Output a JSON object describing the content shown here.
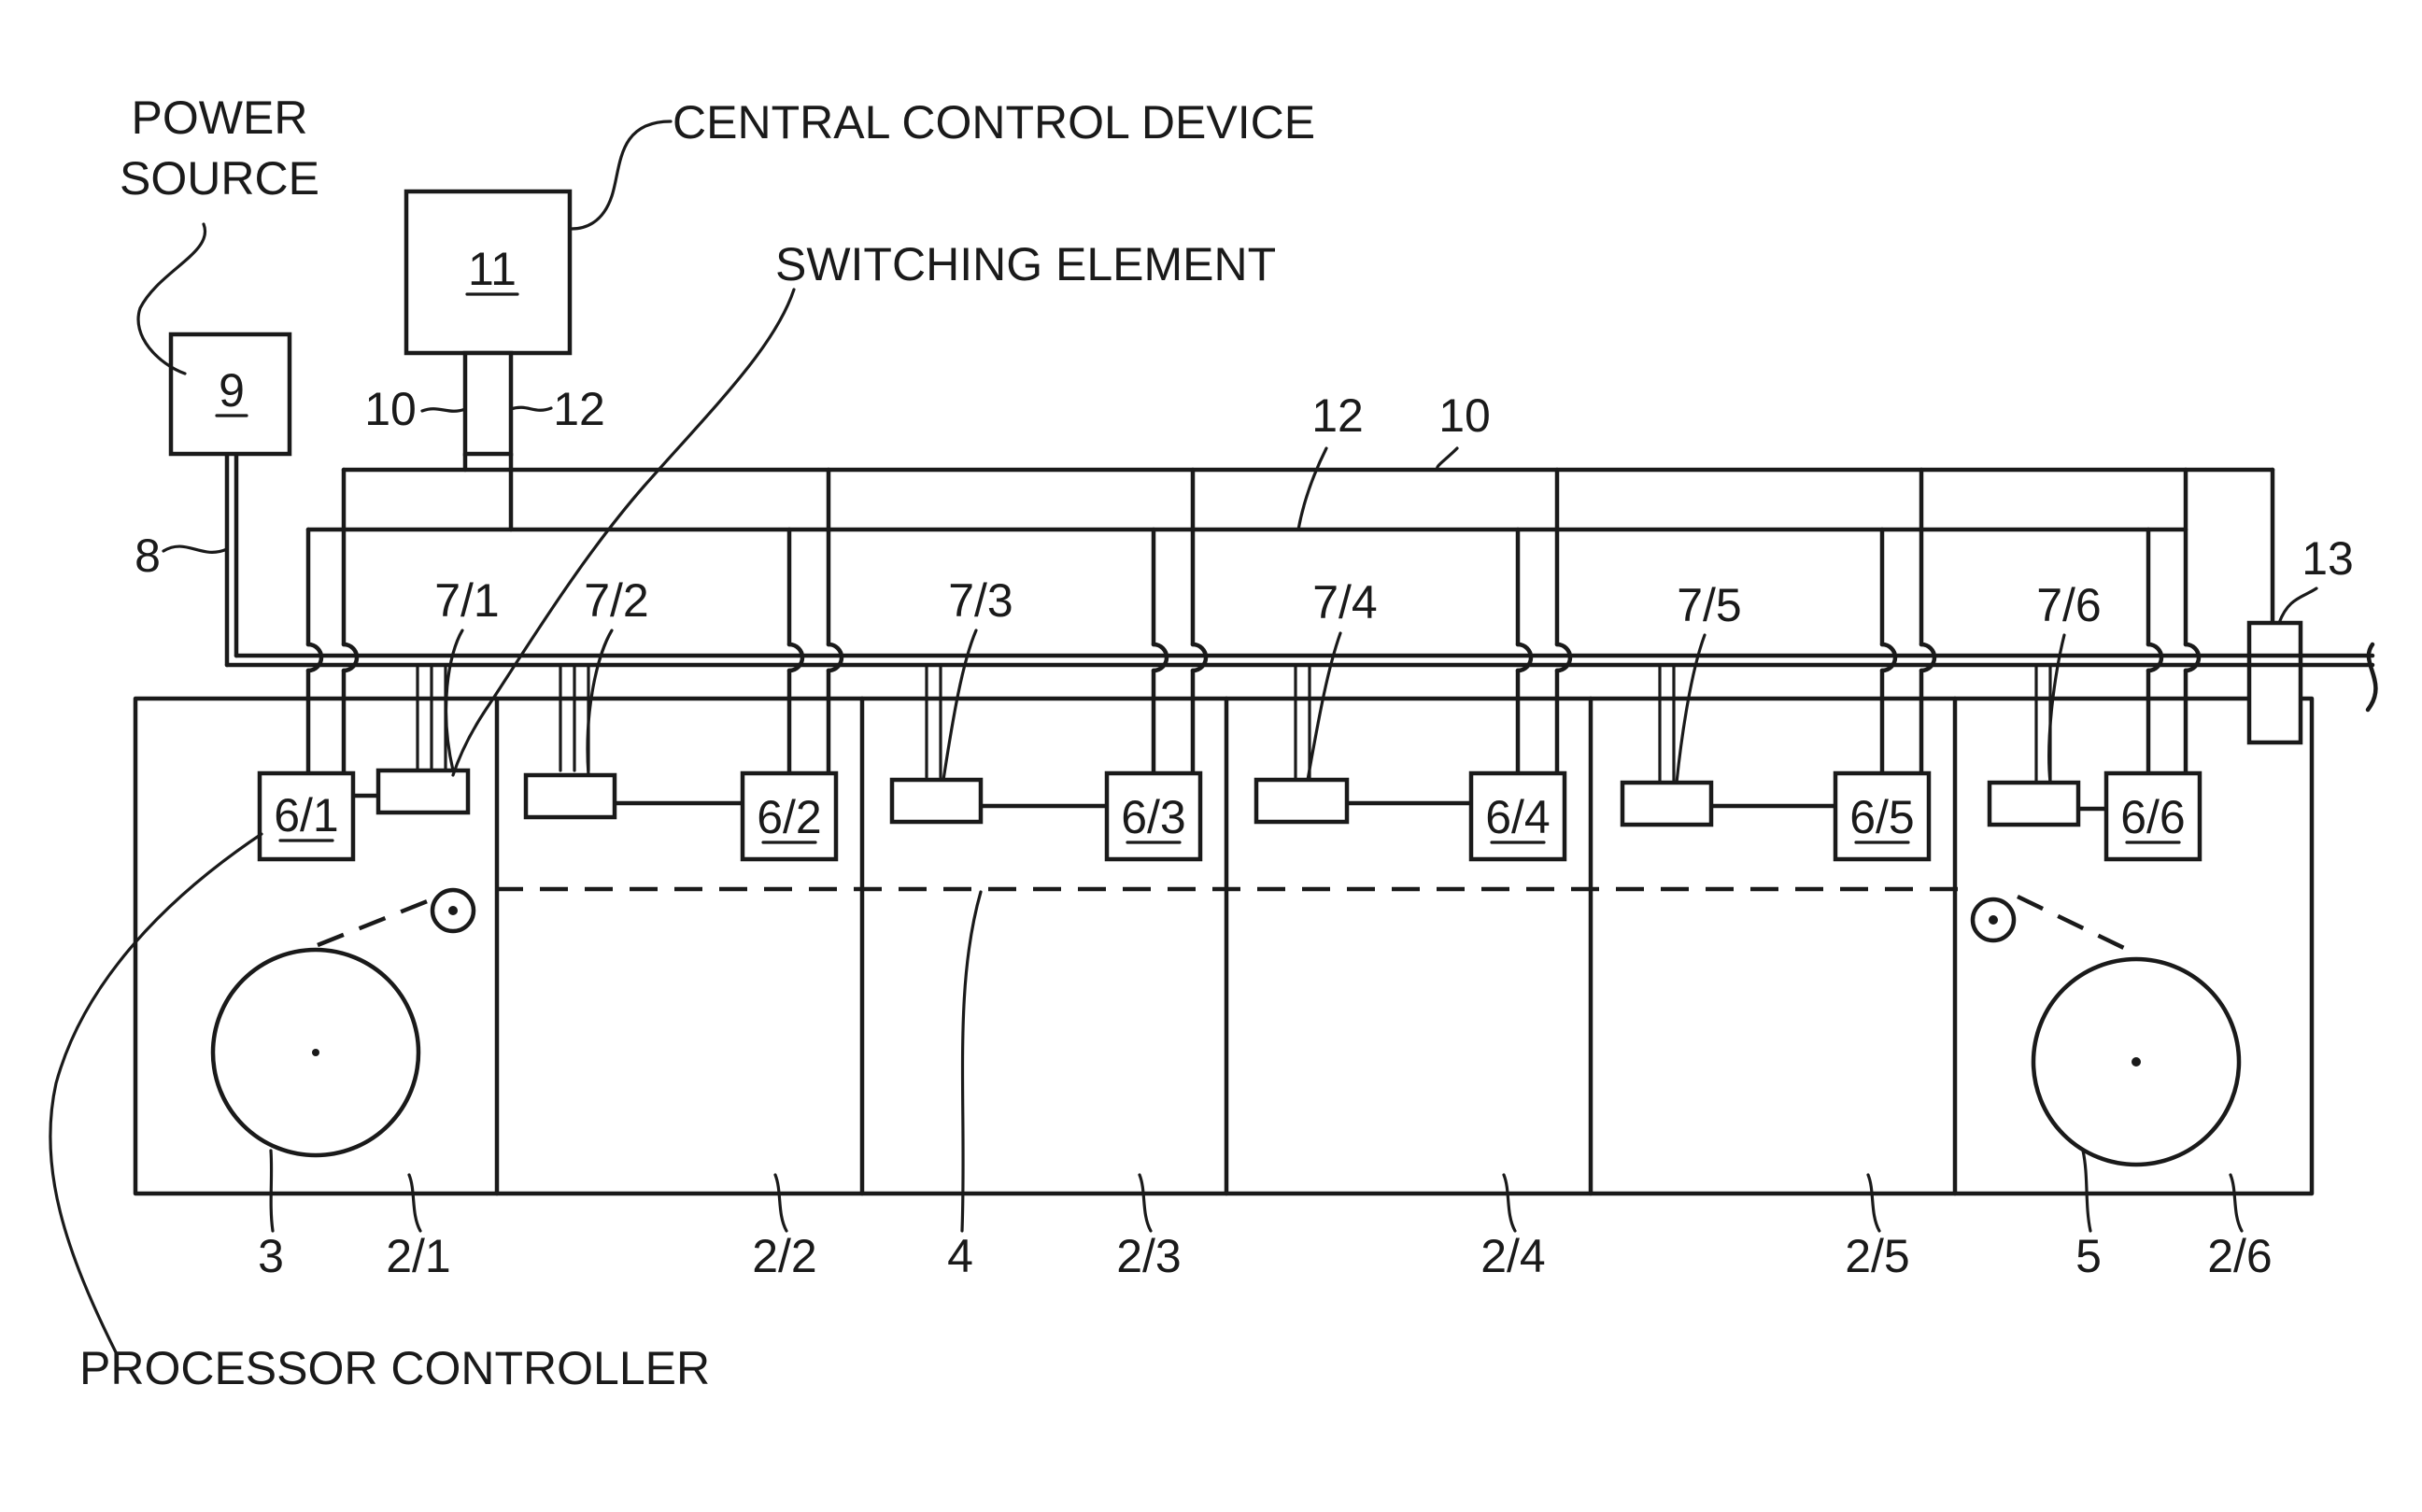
{
  "labels": {
    "power_source_line1": "POWER",
    "power_source_line2": "SOURCE",
    "central_control_device": "CENTRAL CONTROL DEVICE",
    "switching_element": "SWITCHING ELEMENT",
    "processor_controller": "PROCESSOR CONTROLLER"
  },
  "refs": {
    "power_source": "9",
    "central_control": "11",
    "supply_line": "8",
    "line_10_left": "10",
    "line_12_left": "12",
    "line_12_top": "12",
    "line_10_top": "10",
    "terminal": "13",
    "unwind_roll": "3",
    "web": "4",
    "rewind_roll": "5"
  },
  "controllers": [
    "6/1",
    "6/2",
    "6/3",
    "6/4",
    "6/5",
    "6/6"
  ],
  "switch_labels": [
    "7/1",
    "7/2",
    "7/3",
    "7/4",
    "7/5",
    "7/6"
  ],
  "modules": [
    "2/1",
    "2/2",
    "2/3",
    "2/4",
    "2/5",
    "2/6"
  ]
}
